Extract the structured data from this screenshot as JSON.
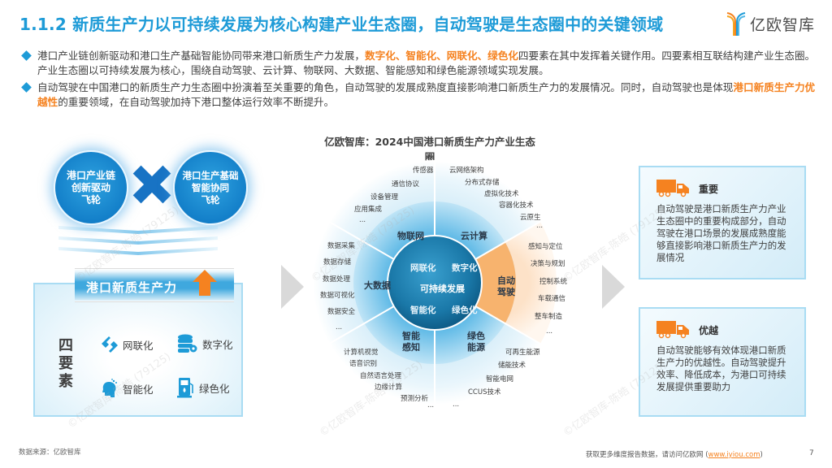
{
  "header": {
    "title": "1.1.2 新质生产力以可持续发展为核心构建产业生态圈，自动驾驶是生态圈中的关键领域",
    "logo_text": "亿欧智库"
  },
  "bullets": [
    {
      "pre": "港口产业链创新驱动和港口生产基础智能协同带来港口新质生产力发展，",
      "highlight": "数字化、智能化、网联化、绿色化",
      "post": "四要素在其中发挥着关键作用。四要素相互联结构建产业生态圈。产业生态圈以可持续发展为核心，围绕自动驾驶、云计算、物联网、大数据、智能感知和绿色能源领域实现发展。"
    },
    {
      "pre": "自动驾驶在中国港口的新质生产力生态圈中扮演着至关重要的角色，自动驾驶的发展成熟度直接影响港口新质生产力的发展情况。同时，自动驾驶也是体现",
      "highlight": "港口新质生产力优越性",
      "post": "的重要领域，在自动驾驶加持下港口整体运行效率不断提升。"
    }
  ],
  "left_panel": {
    "wheel_left": "港口产业链\n创新驱动\n飞轮",
    "wheel_left_lines": [
      "港口产业链",
      "创新驱动",
      "飞轮"
    ],
    "wheel_right_lines": [
      "港口生产基础",
      "智能协同",
      "飞轮"
    ],
    "productivity_label": "港口新质生产力",
    "four_elements_label": "四要素",
    "elements": [
      {
        "label": "网联化",
        "icon": "network-link-icon"
      },
      {
        "label": "数字化",
        "icon": "database-gear-icon"
      },
      {
        "label": "智能化",
        "icon": "brain-head-icon"
      },
      {
        "label": "绿色化",
        "icon": "fuel-station-icon"
      }
    ]
  },
  "ecosystem": {
    "title": "亿欧智库：2024中国港口新质生产力产业生态圈",
    "center": "可持续发展",
    "core_elements": [
      "网联化",
      "数字化",
      "智能化",
      "绿色化"
    ],
    "sectors": [
      {
        "name": "物联网",
        "items": [
          "传感器",
          "通信协议",
          "设备管理",
          "应用集成",
          "..."
        ]
      },
      {
        "name": "云计算",
        "items": [
          "云网络架构",
          "分布式存储",
          "虚拟化技术",
          "容器化技术",
          "云原生",
          "..."
        ]
      },
      {
        "name": "自动驾驶",
        "name_lines": [
          "自动",
          "驾驶"
        ],
        "items": [
          "感知与定位",
          "决策与规划",
          "控制系统",
          "车载通信",
          "整车制造",
          "..."
        ],
        "highlighted": true
      },
      {
        "name": "绿色能源",
        "name_lines": [
          "绿色",
          "能源"
        ],
        "items": [
          "可再生能源",
          "储能技术",
          "智能电网",
          "CCUS技术",
          "..."
        ]
      },
      {
        "name": "智能感知",
        "name_lines": [
          "智能",
          "感知"
        ],
        "items": [
          "计算机视觉",
          "语音识别",
          "自然语言处理",
          "边缘计算",
          "预测分析",
          "..."
        ]
      },
      {
        "name": "大数据",
        "items": [
          "数据采集",
          "数据存储",
          "数据处理",
          "数据可视化",
          "数据安全",
          "..."
        ]
      }
    ]
  },
  "cards": [
    {
      "title": "重要",
      "icon": "truck-icon",
      "body": "自动驾驶是港口新质生产力产业生态圈中的重要构成部分，自动驾驶在港口场景的发展成熟度能够直接影响港口新质生产力的发展情况"
    },
    {
      "title": "优越",
      "icon": "truck-icon",
      "body": "自动驾驶能够有效体现港口新质生产力的优越性。自动驾驶提升效率、降低成本，为港口可持续发展提供重要助力"
    }
  ],
  "footer": {
    "source": "数据来源：亿欧智库",
    "more_prefix": "获取更多维度报告数据，请访问亿欧网 (",
    "more_link": "www.iyiou.com",
    "more_suffix": ")",
    "page": "7"
  },
  "watermark": "©亿欧智库-陈皓 (79125)",
  "colors": {
    "accent_blue": "#1e9bd7",
    "highlight_orange": "#f58220",
    "dark_blue": "#1873c4"
  }
}
